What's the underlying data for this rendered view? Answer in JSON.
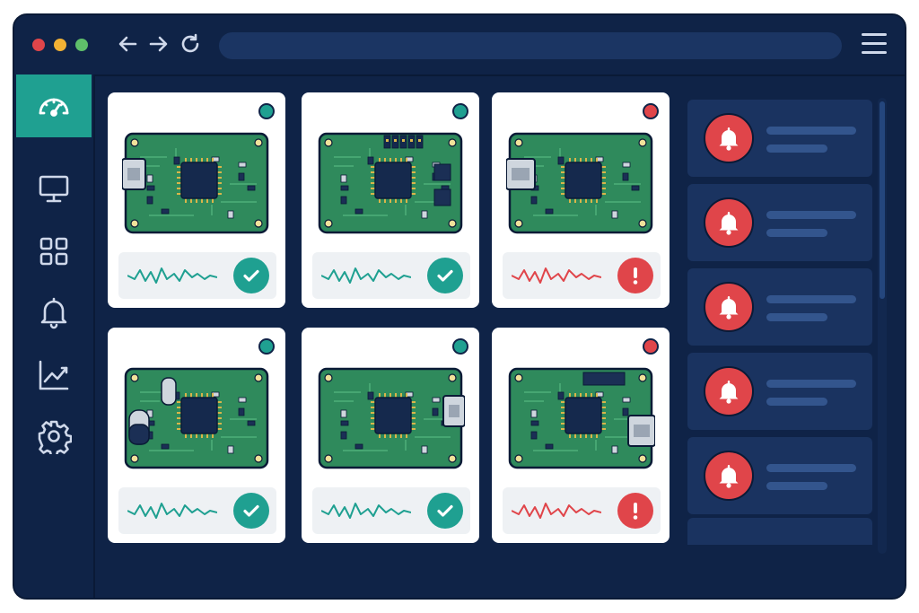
{
  "window": {
    "controls": [
      "close",
      "minimize",
      "maximize"
    ],
    "nav_icons": [
      "back-arrow-icon",
      "forward-arrow-icon",
      "refresh-icon"
    ],
    "address": "",
    "menu_icon": "hamburger-menu-icon"
  },
  "sidebar": {
    "items": [
      {
        "icon": "speedometer-icon",
        "active": true
      },
      {
        "icon": "monitor-icon",
        "active": false
      },
      {
        "icon": "grid-icon",
        "active": false
      },
      {
        "icon": "bell-icon",
        "active": false
      },
      {
        "icon": "chart-icon",
        "active": false
      },
      {
        "icon": "gear-icon",
        "active": false
      }
    ]
  },
  "devices": [
    {
      "status": "ok",
      "variant": "usb-left"
    },
    {
      "status": "ok",
      "variant": "header-pins"
    },
    {
      "status": "error",
      "variant": "usb-left-large"
    },
    {
      "status": "ok",
      "variant": "capacitors"
    },
    {
      "status": "ok",
      "variant": "usb-right"
    },
    {
      "status": "error",
      "variant": "usb-right-large"
    }
  ],
  "notifications": [
    {
      "icon": "bell-icon",
      "severity": "alert"
    },
    {
      "icon": "bell-icon",
      "severity": "alert"
    },
    {
      "icon": "bell-icon",
      "severity": "alert"
    },
    {
      "icon": "bell-icon",
      "severity": "alert"
    },
    {
      "icon": "bell-icon",
      "severity": "alert"
    }
  ],
  "colors": {
    "frame": "#0f2347",
    "accent_ok": "#1fa091",
    "accent_error": "#e0454a",
    "board_green": "#2f8a5c",
    "card_bg": "#ffffff",
    "notif_bg": "#1a3360"
  }
}
